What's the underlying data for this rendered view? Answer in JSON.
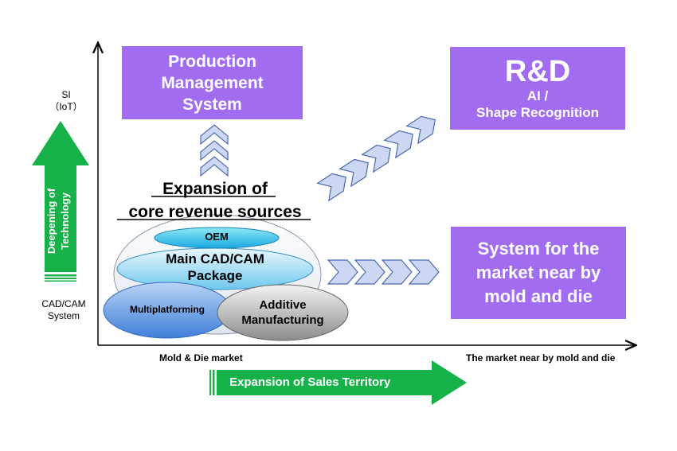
{
  "axes": {
    "y_top_label": "SI\n（IoT）",
    "y_bottom_label": "CAD/CAM\nSystem",
    "x_left_label": "Mold & Die market",
    "x_right_label": "The market near by mold and die"
  },
  "arrows": {
    "vertical_label": "Deepening of\nTechnology",
    "horizontal_label": "Expansion of Sales Territory"
  },
  "boxes": {
    "production": "Production\nManagement\nSystem",
    "rnd_title": "R&D",
    "rnd_sub": "AI /\nShape Recognition",
    "system_market": "System for the\nmarket near by\nmold and die"
  },
  "core": {
    "heading": "Expansion of\ncore revenue sources",
    "oem": "OEM",
    "main_package": "Main CAD/CAM\nPackage",
    "multiplatforming": "Multiplatforming",
    "additive": "Additive\nManufacturing"
  },
  "colors": {
    "purple": "#a16cf0",
    "green": "#17b14a",
    "chevron_fill": "#cdd7f3",
    "chevron_stroke": "#4a6ab0"
  }
}
